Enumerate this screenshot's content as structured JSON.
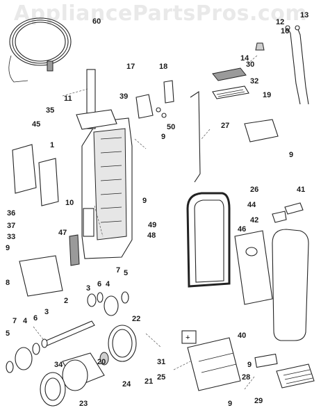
{
  "watermark": "AppliancePartsPros.com",
  "callouts": [
    {
      "id": "c60",
      "label": "60"
    },
    {
      "id": "c13",
      "label": "13"
    },
    {
      "id": "c12",
      "label": "12"
    },
    {
      "id": "c16",
      "label": "16"
    },
    {
      "id": "c14",
      "label": "14"
    },
    {
      "id": "c11",
      "label": "11"
    },
    {
      "id": "c17",
      "label": "17"
    },
    {
      "id": "c18",
      "label": "18"
    },
    {
      "id": "c30",
      "label": "30"
    },
    {
      "id": "c32",
      "label": "32"
    },
    {
      "id": "c39",
      "label": "39"
    },
    {
      "id": "c35",
      "label": "35"
    },
    {
      "id": "c19",
      "label": "19"
    },
    {
      "id": "c45",
      "label": "45"
    },
    {
      "id": "c50",
      "label": "50"
    },
    {
      "id": "c9a",
      "label": "9"
    },
    {
      "id": "c27",
      "label": "27"
    },
    {
      "id": "c9b",
      "label": "9"
    },
    {
      "id": "c1",
      "label": "1"
    },
    {
      "id": "c26",
      "label": "26"
    },
    {
      "id": "c41",
      "label": "41"
    },
    {
      "id": "c44",
      "label": "44"
    },
    {
      "id": "c42",
      "label": "42"
    },
    {
      "id": "c46",
      "label": "46"
    },
    {
      "id": "c36",
      "label": "36"
    },
    {
      "id": "c10",
      "label": "10"
    },
    {
      "id": "c9c",
      "label": "9"
    },
    {
      "id": "c37",
      "label": "37"
    },
    {
      "id": "c49",
      "label": "49"
    },
    {
      "id": "c47",
      "label": "47"
    },
    {
      "id": "c48",
      "label": "48"
    },
    {
      "id": "c33",
      "label": "33"
    },
    {
      "id": "c9d",
      "label": "9"
    },
    {
      "id": "c8",
      "label": "8"
    },
    {
      "id": "c7a",
      "label": "7"
    },
    {
      "id": "c5a",
      "label": "5"
    },
    {
      "id": "c3a",
      "label": "3"
    },
    {
      "id": "c6a",
      "label": "6"
    },
    {
      "id": "c4a",
      "label": "4"
    },
    {
      "id": "c40",
      "label": "40"
    },
    {
      "id": "c2",
      "label": "2"
    },
    {
      "id": "c3b",
      "label": "3"
    },
    {
      "id": "c6b",
      "label": "6"
    },
    {
      "id": "c7b",
      "label": "7"
    },
    {
      "id": "c4b",
      "label": "4"
    },
    {
      "id": "c5b",
      "label": "5"
    },
    {
      "id": "c22",
      "label": "22"
    },
    {
      "id": "c31",
      "label": "31"
    },
    {
      "id": "c34",
      "label": "34"
    },
    {
      "id": "c20",
      "label": "20"
    },
    {
      "id": "c21",
      "label": "21"
    },
    {
      "id": "c24",
      "label": "24"
    },
    {
      "id": "c25",
      "label": "25"
    },
    {
      "id": "c9e",
      "label": "9"
    },
    {
      "id": "c28",
      "label": "28"
    },
    {
      "id": "c23",
      "label": "23"
    },
    {
      "id": "c9f",
      "label": "9"
    },
    {
      "id": "c29",
      "label": "29"
    }
  ]
}
